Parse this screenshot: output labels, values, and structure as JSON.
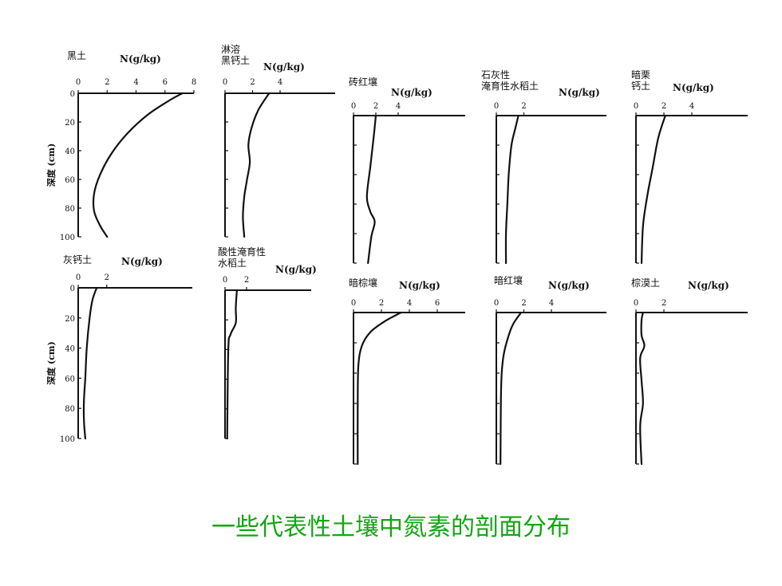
{
  "caption": "一些代表性土壤中氮素的剖面分布",
  "colors": {
    "caption": "#12a612",
    "ink": "#111111"
  },
  "chart_data": [
    {
      "type": "line",
      "name_lines": [
        "黑土"
      ],
      "unit": "N(g/kg)",
      "xticks": [
        "0",
        "2",
        "4",
        "6",
        "8"
      ],
      "xlim": [
        0,
        8
      ],
      "yticks": [
        "0",
        "20",
        "40",
        "60",
        "80",
        "100"
      ],
      "ylim": [
        0,
        100
      ],
      "ylabel": "深度 (cm)",
      "points": [
        [
          7.2,
          0
        ],
        [
          6.3,
          5
        ],
        [
          4.8,
          15
        ],
        [
          3.4,
          28
        ],
        [
          2.3,
          42
        ],
        [
          1.5,
          57
        ],
        [
          1.1,
          70
        ],
        [
          1.1,
          82
        ],
        [
          1.5,
          92
        ],
        [
          2.0,
          100
        ]
      ]
    },
    {
      "type": "line",
      "name_lines": [
        "淋溶",
        "黑钙土"
      ],
      "unit": "N(g/kg)",
      "xticks": [
        "0",
        "2",
        "4"
      ],
      "xlim": [
        0,
        8
      ],
      "yticks": [],
      "ylim": [
        0,
        100
      ],
      "ylabel": "",
      "points": [
        [
          3.2,
          0
        ],
        [
          2.4,
          12
        ],
        [
          1.9,
          25
        ],
        [
          1.7,
          36
        ],
        [
          1.8,
          48
        ],
        [
          1.6,
          60
        ],
        [
          1.4,
          72
        ],
        [
          1.3,
          86
        ],
        [
          1.4,
          100
        ]
      ]
    },
    {
      "type": "line",
      "name_lines": [
        "砖红壤"
      ],
      "unit": "N(g/kg)",
      "xticks": [
        "0",
        "2",
        "4"
      ],
      "xlim": [
        0,
        10
      ],
      "yticks": [],
      "ylim": [
        0,
        100
      ],
      "ylabel": "",
      "points": [
        [
          2.0,
          0
        ],
        [
          1.8,
          15
        ],
        [
          1.5,
          35
        ],
        [
          1.2,
          55
        ],
        [
          1.5,
          65
        ],
        [
          1.9,
          72
        ],
        [
          1.6,
          82
        ],
        [
          1.3,
          100
        ]
      ]
    },
    {
      "type": "line",
      "name_lines": [
        "石灰性",
        "淹育性水稻土"
      ],
      "unit": "N(g/kg)",
      "xticks": [
        "0",
        "2"
      ],
      "xlim": [
        0,
        8
      ],
      "yticks": [],
      "ylim": [
        0,
        100
      ],
      "ylabel": "",
      "points": [
        [
          1.6,
          0
        ],
        [
          1.4,
          8
        ],
        [
          1.1,
          20
        ],
        [
          0.9,
          40
        ],
        [
          0.8,
          60
        ],
        [
          0.7,
          80
        ],
        [
          0.7,
          100
        ]
      ]
    },
    {
      "type": "line",
      "name_lines": [
        "暗栗",
        "钙土"
      ],
      "unit": "N(g/kg)",
      "xticks": [
        "0",
        "2",
        "4"
      ],
      "xlim": [
        0,
        8
      ],
      "yticks": [],
      "ylim": [
        0,
        100
      ],
      "ylabel": "",
      "points": [
        [
          2.1,
          0
        ],
        [
          1.6,
          15
        ],
        [
          1.2,
          35
        ],
        [
          0.8,
          55
        ],
        [
          0.5,
          75
        ],
        [
          0.4,
          100
        ]
      ]
    },
    {
      "type": "line",
      "name_lines": [
        "灰钙土"
      ],
      "unit": "N(g/kg)",
      "xticks": [
        "0",
        "2"
      ],
      "xlim": [
        0,
        8
      ],
      "yticks": [
        "0",
        "20",
        "40",
        "60",
        "80",
        "100"
      ],
      "ylim": [
        0,
        100
      ],
      "ylabel": "深度 (cm)",
      "points": [
        [
          1.3,
          0
        ],
        [
          1.0,
          8
        ],
        [
          0.8,
          20
        ],
        [
          0.6,
          40
        ],
        [
          0.5,
          60
        ],
        [
          0.4,
          75
        ],
        [
          0.4,
          88
        ],
        [
          0.5,
          100
        ]
      ]
    },
    {
      "type": "line",
      "name_lines": [
        "酸性淹育性",
        "水稻土"
      ],
      "unit": "N(g/kg)",
      "xticks": [
        "0",
        "2"
      ],
      "xlim": [
        0,
        8
      ],
      "yticks": [],
      "ylim": [
        0,
        100
      ],
      "ylabel": "",
      "points": [
        [
          1.1,
          0
        ],
        [
          1.0,
          12
        ],
        [
          1.0,
          22
        ],
        [
          0.5,
          30
        ],
        [
          0.3,
          40
        ],
        [
          0.2,
          100
        ]
      ]
    },
    {
      "type": "line",
      "name_lines": [
        "暗棕壤"
      ],
      "unit": "N(g/kg)",
      "xticks": [
        "0",
        "2",
        "4",
        "6"
      ],
      "xlim": [
        0,
        8
      ],
      "yticks": [],
      "ylim": [
        0,
        100
      ],
      "ylabel": "",
      "points": [
        [
          3.4,
          0
        ],
        [
          2.2,
          6
        ],
        [
          1.2,
          13
        ],
        [
          0.6,
          22
        ],
        [
          0.35,
          35
        ],
        [
          0.3,
          60
        ],
        [
          0.3,
          100
        ]
      ]
    },
    {
      "type": "line",
      "name_lines": [
        "暗红壤"
      ],
      "unit": "N(g/kg)",
      "xticks": [
        "0",
        "2",
        "4"
      ],
      "xlim": [
        0,
        8
      ],
      "yticks": [],
      "ylim": [
        0,
        100
      ],
      "ylabel": "",
      "points": [
        [
          1.8,
          0
        ],
        [
          1.2,
          8
        ],
        [
          0.8,
          18
        ],
        [
          0.5,
          30
        ],
        [
          0.35,
          50
        ],
        [
          0.3,
          100
        ]
      ]
    },
    {
      "type": "line",
      "name_lines": [
        "棕漠土"
      ],
      "unit": "N(g/kg)",
      "xticks": [
        "0",
        "2"
      ],
      "xlim": [
        0,
        8
      ],
      "yticks": [],
      "ylim": [
        0,
        100
      ],
      "ylabel": "",
      "points": [
        [
          0.5,
          0
        ],
        [
          0.4,
          5
        ],
        [
          0.4,
          15
        ],
        [
          0.6,
          22
        ],
        [
          0.3,
          30
        ],
        [
          0.4,
          45
        ],
        [
          0.5,
          60
        ],
        [
          0.3,
          75
        ],
        [
          0.4,
          100
        ]
      ]
    }
  ]
}
